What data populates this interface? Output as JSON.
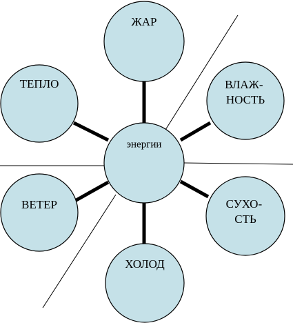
{
  "diagram": {
    "center": {
      "label": "энергии"
    },
    "nodes": [
      {
        "id": "zhar",
        "lines": [
          "ЖАР"
        ]
      },
      {
        "id": "vlazhnost",
        "lines": [
          "ВЛАЖ-",
          "НОСТЬ"
        ]
      },
      {
        "id": "sukhost",
        "lines": [
          "СУХО-",
          "СТЬ"
        ]
      },
      {
        "id": "kholod",
        "lines": [
          "ХОЛОД"
        ]
      },
      {
        "id": "veter",
        "lines": [
          "ВЕТЕР"
        ]
      },
      {
        "id": "teplo",
        "lines": [
          "ТЕПЛО"
        ]
      }
    ],
    "colors": {
      "circle_fill": "#c5e1e8",
      "stroke": "#000000"
    }
  }
}
